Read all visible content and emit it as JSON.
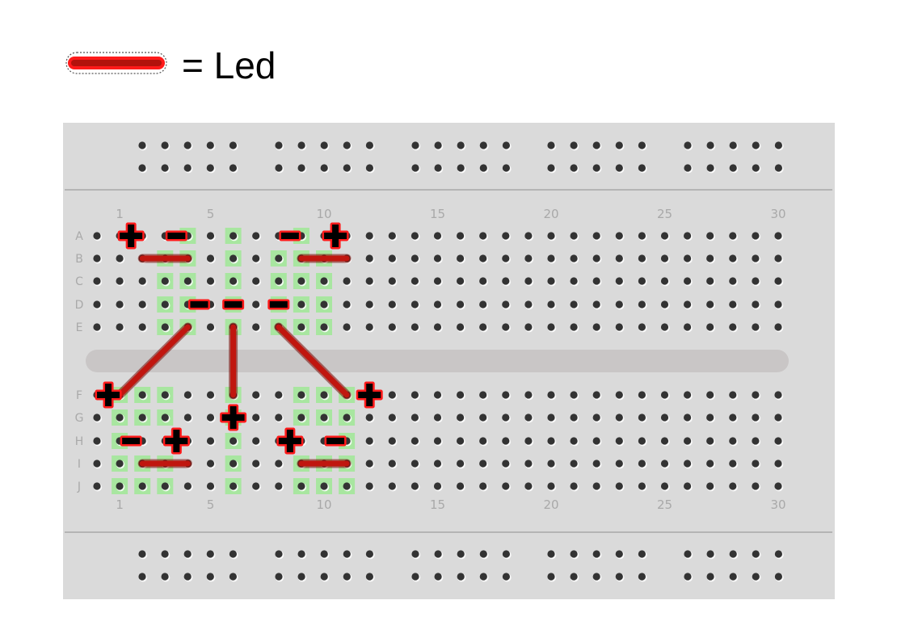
{
  "legend": {
    "symbol": "led-symbol",
    "text": "= Led"
  },
  "breadboard": {
    "columns": 30,
    "row_labels_top": [
      "A",
      "B",
      "C",
      "D",
      "E"
    ],
    "row_labels_bottom": [
      "F",
      "G",
      "H",
      "I",
      "J"
    ],
    "column_labels": [
      "1",
      "5",
      "10",
      "15",
      "20",
      "25",
      "30"
    ],
    "colors": {
      "board": "#dadada",
      "hole": "#333333",
      "highlight": "#a8e6a0",
      "led": "#c0160f",
      "polarity": "#ff1a1a"
    }
  },
  "highlighted_holes": [
    "B3",
    "C3",
    "D3",
    "E3",
    "B4",
    "C4",
    "D4",
    "E4",
    "A4",
    "A6",
    "B6",
    "C6",
    "D6",
    "E6",
    "B8",
    "C8",
    "D8",
    "E8",
    "A9",
    "B9",
    "C9",
    "D9",
    "E9",
    "B10",
    "C10",
    "D10",
    "E10",
    "F1",
    "G1",
    "H1",
    "I1",
    "J1",
    "F2",
    "G2",
    "I2",
    "J2",
    "F3",
    "G3",
    "I3",
    "J3",
    "F6",
    "G6",
    "H6",
    "I6",
    "J6",
    "F9",
    "G9",
    "I9",
    "J9",
    "F10",
    "G10",
    "I10",
    "J10",
    "F11",
    "G11",
    "H11",
    "I11",
    "J11"
  ],
  "leds": [
    {
      "from": "B2",
      "to": "B4"
    },
    {
      "from": "B9",
      "to": "B11"
    },
    {
      "from": "E4",
      "to": "F1"
    },
    {
      "from": "E6",
      "to": "F6"
    },
    {
      "from": "E8",
      "to": "F11"
    },
    {
      "from": "I2",
      "to": "I4"
    },
    {
      "from": "I9",
      "to": "I11"
    }
  ],
  "polarity_marks": [
    {
      "sign": "+",
      "near": "A1.5"
    },
    {
      "sign": "-",
      "near": "A3.5"
    },
    {
      "sign": "-",
      "near": "A8.5"
    },
    {
      "sign": "+",
      "near": "A10.5"
    },
    {
      "sign": "-",
      "near": "D4.5"
    },
    {
      "sign": "-",
      "near": "D6"
    },
    {
      "sign": "-",
      "near": "D8"
    },
    {
      "sign": "+",
      "near": "F0.5"
    },
    {
      "sign": "+",
      "near": "G6"
    },
    {
      "sign": "+",
      "near": "F12"
    },
    {
      "sign": "-",
      "near": "H1.5"
    },
    {
      "sign": "+",
      "near": "H3.5"
    },
    {
      "sign": "+",
      "near": "H8.5"
    },
    {
      "sign": "-",
      "near": "H10.5"
    }
  ]
}
